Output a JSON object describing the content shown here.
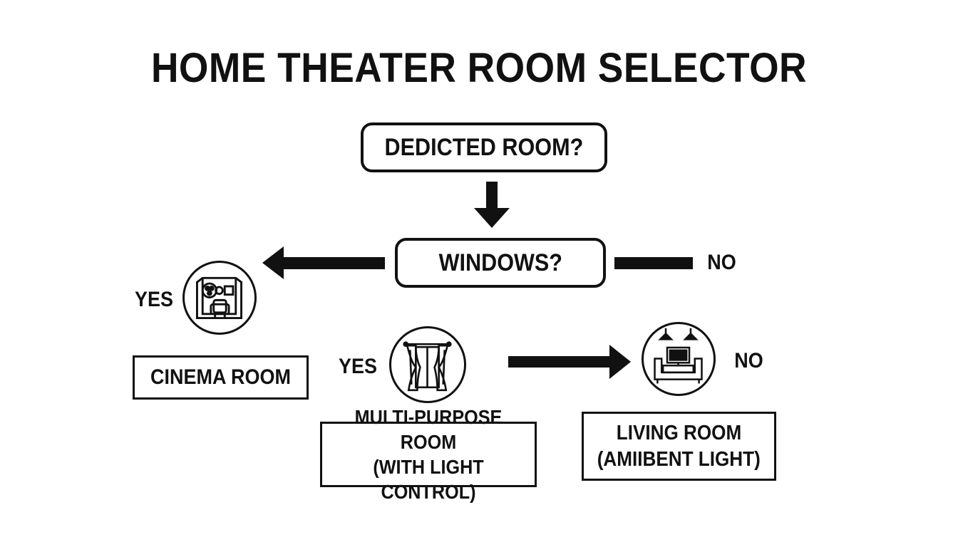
{
  "title": "HOME THEATER ROOM SELECTOR",
  "decisions": {
    "dedicated_room": "DEDICTED ROOM?",
    "windows": "WINDOWS?"
  },
  "labels": {
    "no_windows": "NO",
    "yes_cinema": "YES",
    "yes_multi": "YES",
    "no_living": "NO"
  },
  "results": {
    "cinema": {
      "line1": "CINEMA ROOM"
    },
    "multi_purpose": {
      "line1": "MULTI-PURPOSE ROOM",
      "line2": "(WITH LIGHT CONTROL)"
    },
    "living": {
      "line1": "LIVING ROOM",
      "line2": "(AMIIBENT LIGHT)"
    }
  },
  "icons": {
    "cinema": "cinema-room-icon",
    "multi_purpose": "curtained-window-icon",
    "living": "living-room-tv-icon"
  }
}
